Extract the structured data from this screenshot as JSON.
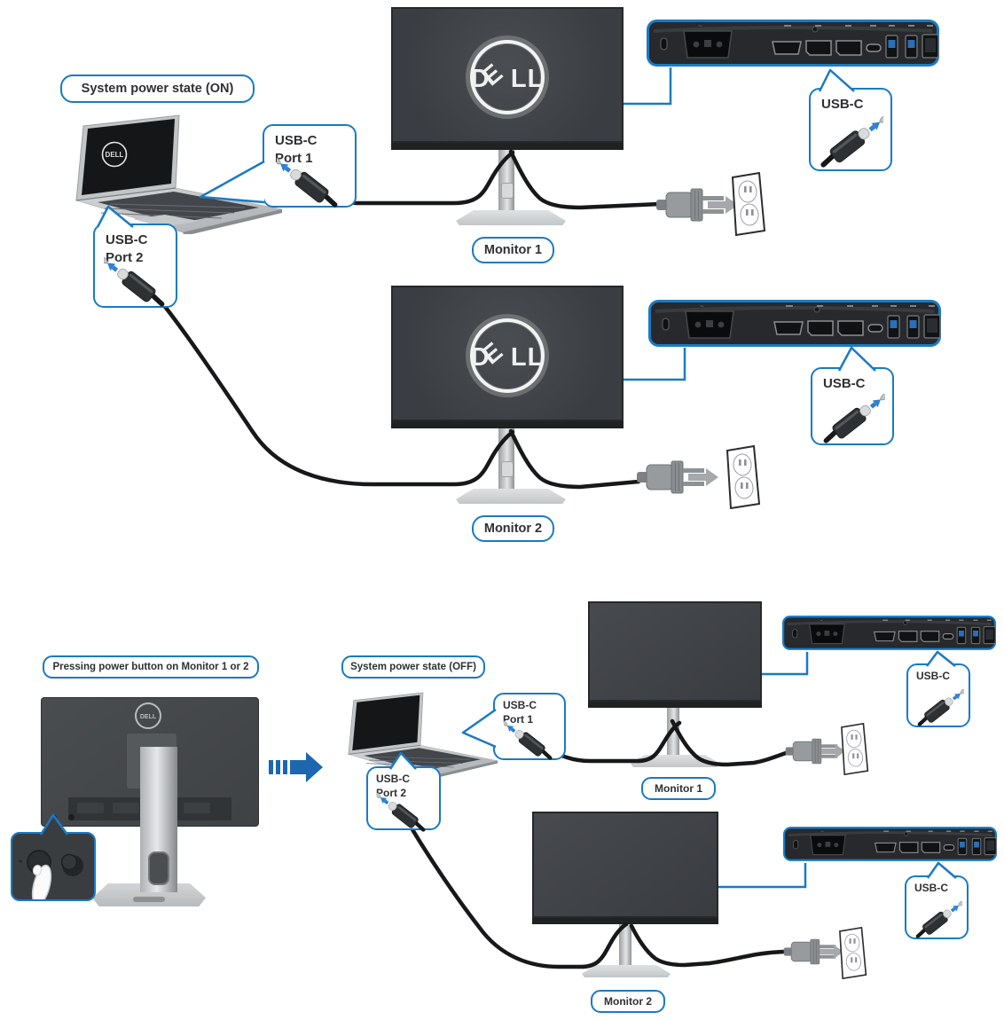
{
  "colors": {
    "accent_blue": "#1a7ac4",
    "transition_arrow_blue": "#1c67b0",
    "connector_arrow_blue": "#2f80d2",
    "usb_tongue_blue": "#2c6fb7",
    "cable_black": "#17181a",
    "rear_panel_body": "#27292c",
    "screen_gray": "#3f4347",
    "stand_silver": "#c6c9cb"
  },
  "brand": {
    "logo_d": "D",
    "logo_e": "E",
    "logo_ll": "LL",
    "laptop_logo": "DELL",
    "rear_logo": "DELL"
  },
  "labels": {
    "state_on": "System power state (ON)",
    "state_off": "System power state (OFF)",
    "pressing_power": "Pressing power button on Monitor 1 or 2",
    "monitor1": "Monitor 1",
    "monitor2": "Monitor 2",
    "usb_c": "USB-C",
    "port1": "Port 1",
    "port2": "Port 2"
  }
}
